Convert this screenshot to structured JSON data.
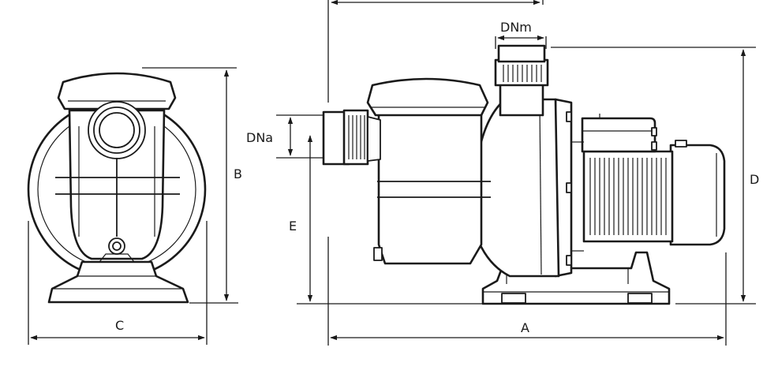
{
  "dimensions": {
    "A": "A",
    "B": "B",
    "C": "C",
    "D": "D",
    "E": "E",
    "DNa": "DNa",
    "DNm": "DNm"
  }
}
